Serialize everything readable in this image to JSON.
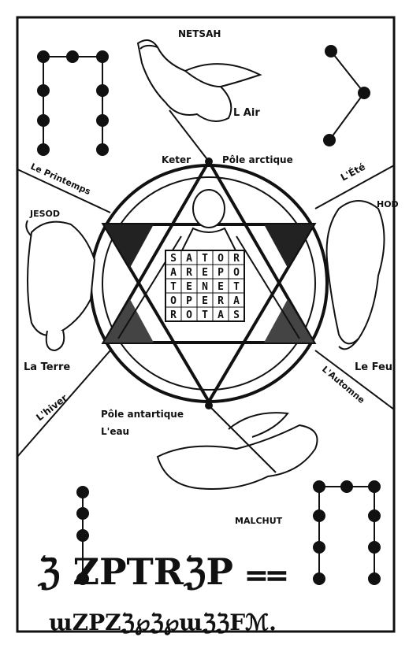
{
  "labels": {
    "netsah": "NETSAH",
    "air": "L Air",
    "keter": "Keter",
    "pole_arctique": "Pôle arctique",
    "printemps": "Le Printemps",
    "ete": "L'Été",
    "jesod": "JESOD",
    "hod": "HOD",
    "terre": "La Terre",
    "feu": "Le Feu",
    "hiver": "L'hiver",
    "automne": "L'Automne",
    "pole_antarctique": "Pôle antartique",
    "eau": "L'eau",
    "malchut": "MALCHUT"
  },
  "sator_square": [
    [
      "S",
      "A",
      "T",
      "O",
      "R"
    ],
    [
      "A",
      "R",
      "E",
      "P",
      "O"
    ],
    [
      "T",
      "E",
      "N",
      "E",
      "T"
    ],
    [
      "O",
      "P",
      "E",
      "R",
      "A"
    ],
    [
      "R",
      "O",
      "T",
      "A",
      "S"
    ]
  ],
  "script_line_1": "ℨ ZPTRℨP ⩵",
  "script_line_2": "ɯZPZℨ℘ℨ℘ɯℨℨFℳ.",
  "colors": {
    "ink": "#111111",
    "paper": "#ffffff"
  }
}
